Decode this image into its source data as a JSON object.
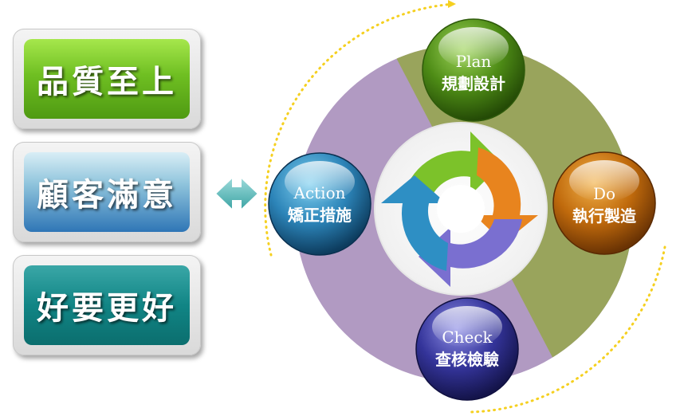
{
  "cards": [
    {
      "label": "品質至上",
      "color": "#6fbf22"
    },
    {
      "label": "顧客滿意",
      "color": "#2f76b6"
    },
    {
      "label": "好要更好",
      "color": "#118585"
    }
  ],
  "cycle": {
    "plan": {
      "en": "Plan",
      "zh": "規劃設計",
      "color": "#5a8a1a"
    },
    "do": {
      "en": "Do",
      "zh": "執行製造",
      "color": "#b0600e"
    },
    "check": {
      "en": "Check",
      "zh": "查核檢驗",
      "color": "#2c2c8a"
    },
    "action": {
      "en": "Action",
      "zh": "矯正措施",
      "color": "#1e6a9a"
    }
  },
  "icons": {
    "connector": "double-arrow-icon",
    "cycle": "cycle-arrows-icon"
  }
}
